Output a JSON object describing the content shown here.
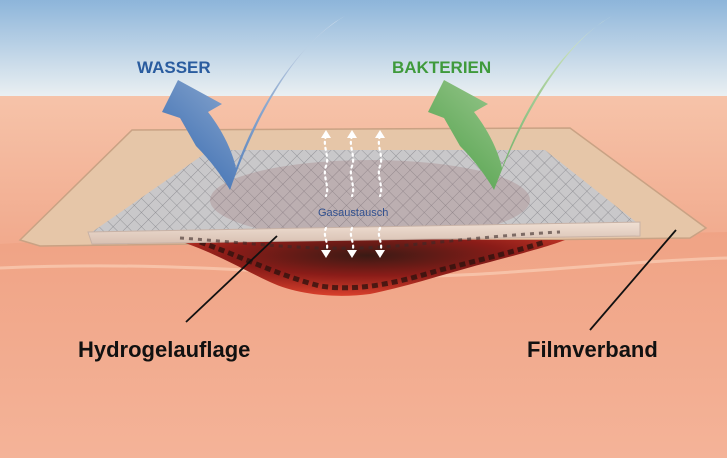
{
  "labels": {
    "water": "WASSER",
    "bacteria": "BAKTERIEN",
    "gas_exchange": "Gasaustausch",
    "hydrogel": "Hydrogelauflage",
    "film": "Filmverband"
  },
  "colors": {
    "sky_top": "#8fb7dc",
    "sky_bottom": "#eef2f3",
    "skin": "#f3b497",
    "skin_dark": "#ec9a7c",
    "film": "#e3c4a6",
    "mesh": "#c9ccd2",
    "wound": "#b0261e",
    "water_arrow": "#3d6fb4",
    "bacteria_arrow": "#52a447",
    "water_text": "#2a5c9f",
    "bacteria_text": "#3f9a3c",
    "gas_text": "#2f4f8f"
  }
}
